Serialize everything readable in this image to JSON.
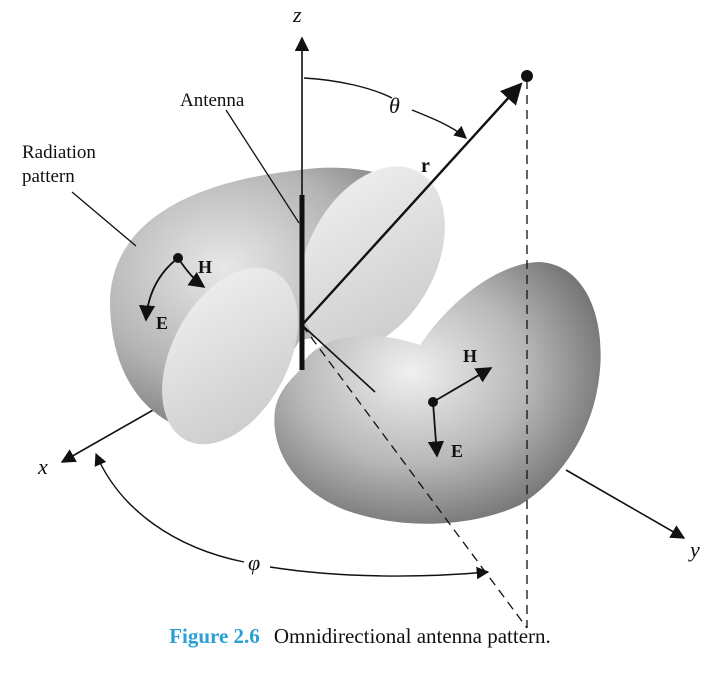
{
  "labels": {
    "z_axis": "z",
    "x_axis": "x",
    "y_axis": "y",
    "antenna": "Antenna",
    "radiation_line1": "Radiation",
    "radiation_line2": "pattern",
    "theta": "θ",
    "phi": "φ",
    "r": "r",
    "h_left": "H",
    "e_left": "E",
    "h_right": "H",
    "e_right": "E"
  },
  "caption": {
    "number": "Figure 2.6",
    "text": "Omnidirectional antenna pattern."
  },
  "colors": {
    "caption_number": "#2a9fd6",
    "lobe_dark": "#6e6e6e",
    "lobe_light": "#e6e6e6",
    "cut_face": "#dcdcdc"
  }
}
